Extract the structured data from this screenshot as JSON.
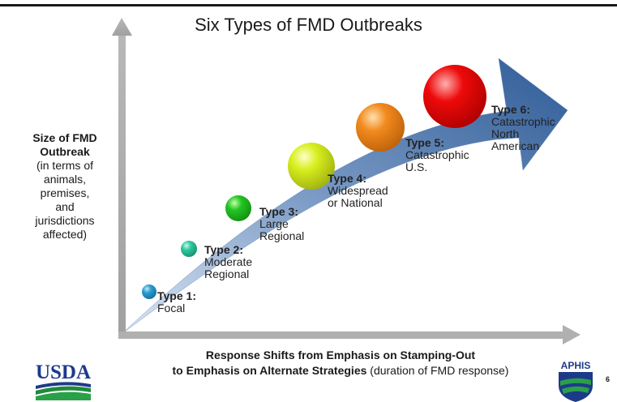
{
  "title": "Six Types of FMD Outbreaks",
  "y_label": {
    "line1": "Size of FMD",
    "line2": "Outbreak",
    "rest": [
      "(in terms of",
      "animals,",
      "premises,",
      "and",
      "jurisdictions",
      "affected)"
    ]
  },
  "x_label": {
    "line1_bold": "Response Shifts from Emphasis on Stamping-Out",
    "line2_bold": "to Emphasis on Alternate Strategies",
    "line2_rest": " (duration of FMD response)"
  },
  "types": [
    {
      "name": "Type 1:",
      "desc1": "Focal",
      "desc2": "",
      "color": "#2a9fd0"
    },
    {
      "name": "Type 2:",
      "desc1": "Moderate",
      "desc2": "Regional",
      "color": "#2ec9a0"
    },
    {
      "name": "Type 3:",
      "desc1": "Large",
      "desc2": "Regional",
      "color": "#22c422"
    },
    {
      "name": "Type 4:",
      "desc1": "Widespread",
      "desc2": "or National",
      "color": "#d8ee1e"
    },
    {
      "name": "Type 5:",
      "desc1": "Catastrophic",
      "desc2": "U.S.",
      "color": "#f28a1e"
    },
    {
      "name": "Type 6:",
      "desc1": "Catastrophic",
      "desc2": "North",
      "desc3": "American",
      "color": "#ee0a0a"
    }
  ],
  "logos": {
    "left": "USDA",
    "right": "APHIS"
  },
  "page_number": "6"
}
